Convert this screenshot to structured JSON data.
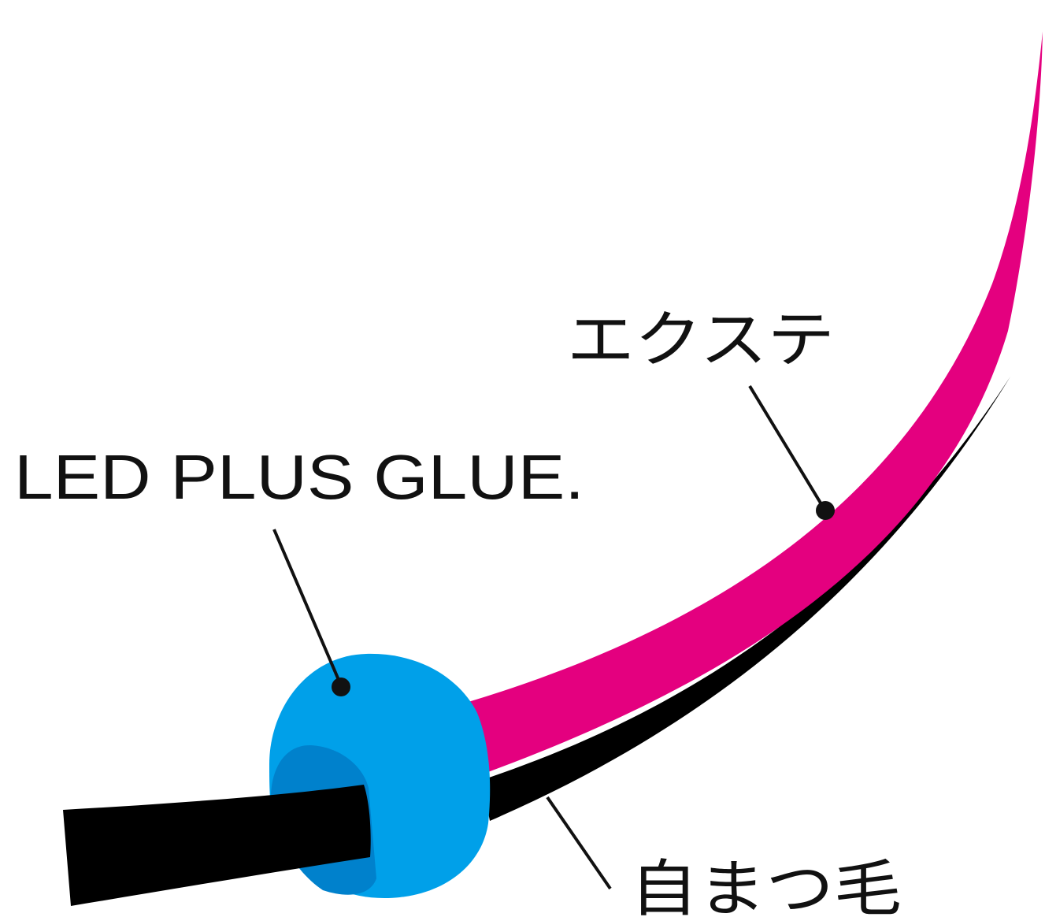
{
  "labels": {
    "glue": "LED PLUS GLUE.",
    "extension": "エクステ",
    "natural_lash": "自まつ毛"
  },
  "colors": {
    "extension": "#e4007f",
    "natural_lash": "#000000",
    "glue": "#00a0e9",
    "glue_shadow": "#0081cc",
    "text": "#111111",
    "background": "#ffffff"
  }
}
